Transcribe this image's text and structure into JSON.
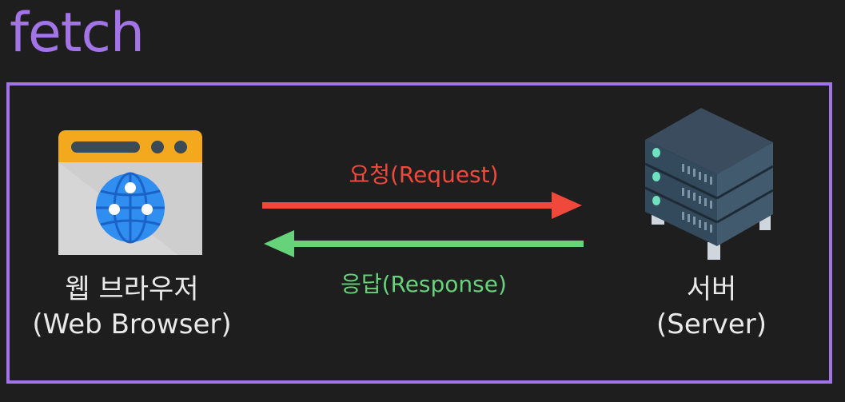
{
  "title": "fetch",
  "colors": {
    "accent": "#a274e8",
    "request": "#f0493b",
    "response": "#66d37a",
    "background": "#1e1e1e"
  },
  "browser": {
    "label": "웹 브라우저",
    "sublabel": "(Web Browser)",
    "icon": "browser-globe-icon"
  },
  "server": {
    "label": "서버",
    "sublabel": "(Server)",
    "icon": "server-rack-icon"
  },
  "request": {
    "label": "요청(Request)"
  },
  "response": {
    "label": "응답(Response)"
  }
}
